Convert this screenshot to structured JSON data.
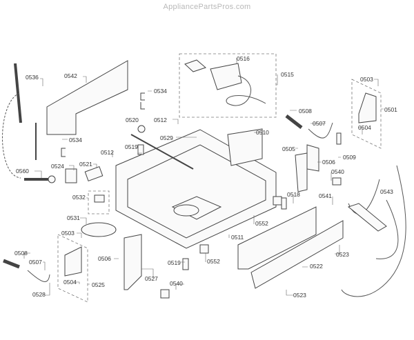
{
  "watermark": "AppliancePartsPros.com",
  "labels": [
    "0536",
    "0542",
    "0534",
    "0520",
    "0512",
    "0529",
    "0519",
    "0534",
    "0512",
    "0560",
    "0524",
    "0521",
    "0516",
    "0515",
    "0508",
    "0510",
    "0507",
    "0505",
    "0506",
    "0509",
    "0540",
    "0503",
    "0501",
    "0504",
    "0543",
    "0532",
    "0531",
    "0503",
    "0508",
    "0507",
    "0504",
    "0525",
    "0528",
    "0506",
    "0527",
    "0519",
    "0540",
    "0518",
    "0541",
    "0552",
    "0511",
    "0552",
    "0523",
    "0522",
    "0523"
  ]
}
